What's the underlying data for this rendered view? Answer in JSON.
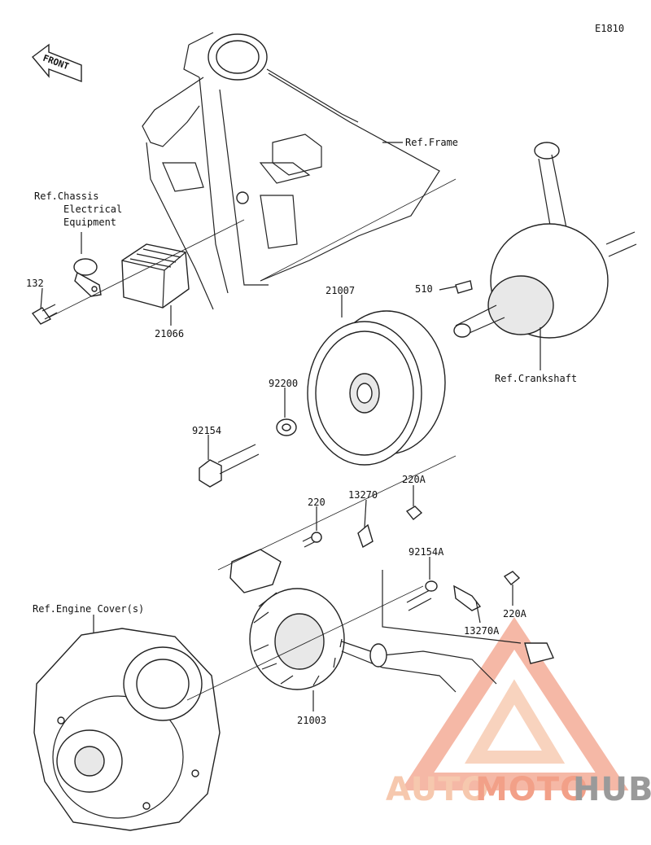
{
  "diagram_code": "E1810",
  "front_indicator": "FRONT",
  "references": {
    "frame": "Ref.Frame",
    "chassis_line1": "Ref.Chassis",
    "chassis_line2": "Electrical",
    "chassis_line3": "Equipment",
    "crankshaft": "Ref.Crankshaft",
    "engine_cover": "Ref.Engine Cover(s)"
  },
  "parts": {
    "p132": "132",
    "p21066": "21066",
    "p21007": "21007",
    "p510": "510",
    "p92200": "92200",
    "p92154": "92154",
    "p220": "220",
    "p13270": "13270",
    "p220A_top": "220A",
    "p92154A": "92154A",
    "p220A_bottom": "220A",
    "p13270A": "13270A",
    "p21003": "21003"
  },
  "watermark": {
    "part1": "AUTO",
    "part2": "MOTO",
    "part3": "HUB",
    "color_light": "#f6c8ae",
    "color_mid": "#f2a088",
    "color_dark": "#9a9a9a"
  }
}
